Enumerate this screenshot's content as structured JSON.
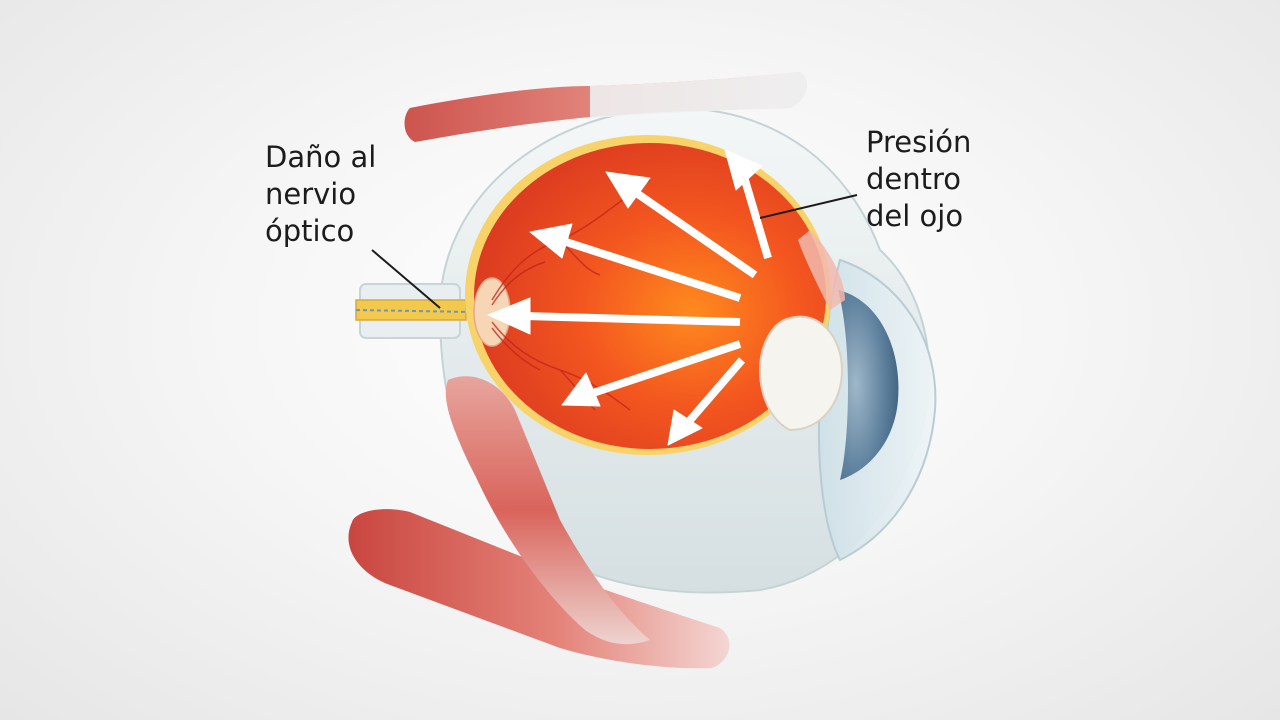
{
  "labels": {
    "optic_nerve_damage": [
      "Daño al",
      "nervio",
      "óptico"
    ],
    "pressure_inside_eye": [
      "Presión",
      "dentro",
      "del ojo"
    ]
  },
  "colors": {
    "background": "#f2f2f2",
    "vitreous": "#f0501e",
    "arrows": "#ffffff",
    "muscle": "#d86a62",
    "sclera": "#e9eef0",
    "label_text": "#1c1c1c"
  },
  "pressure_arrow_count": 6
}
